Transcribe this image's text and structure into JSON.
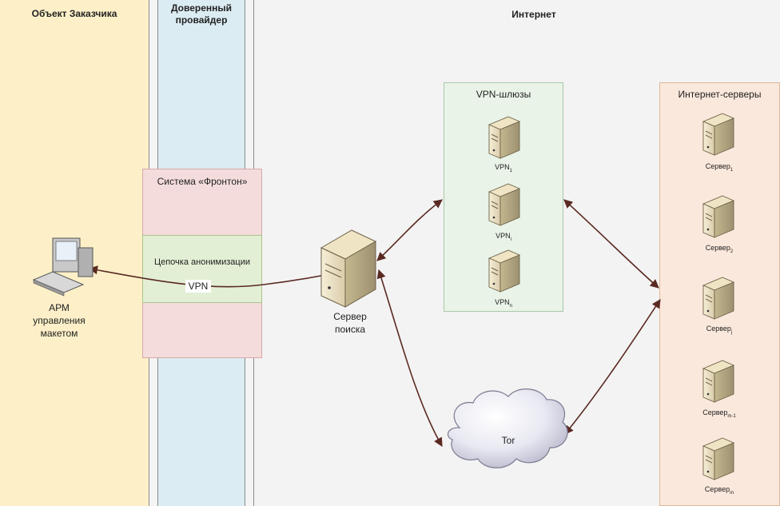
{
  "lanes": {
    "customer": "Объект Заказчика",
    "provider": "Доверенный провайдер",
    "internet": "Интернет"
  },
  "workstation": {
    "label": "АРМ управления макетом"
  },
  "fronton": {
    "title": "Система «Фронтон»",
    "chain_label": "Цепочка анонимизации",
    "vpn_label": "VPN"
  },
  "search_server": {
    "label": "Сервер поиска"
  },
  "vpn_gateways": {
    "title": "VPN-шлюзы",
    "items": [
      {
        "name": "VPN",
        "sub": "1"
      },
      {
        "name": "VPN",
        "sub": "i"
      },
      {
        "name": "VPN",
        "sub": "n"
      }
    ]
  },
  "internet_servers": {
    "title": "Интернет-серверы",
    "items": [
      {
        "name": "Сервер",
        "sub": "1"
      },
      {
        "name": "Сервер",
        "sub": "2"
      },
      {
        "name": "Сервер",
        "sub": "j"
      },
      {
        "name": "Сервер",
        "sub": "m-1"
      },
      {
        "name": "Сервер",
        "sub": "m"
      }
    ]
  },
  "tor": {
    "label": "Tor"
  },
  "colors": {
    "customer_lane": "#fdf0c8",
    "provider_lane": "#dcecf3",
    "internet_lane": "#f3f3f3",
    "fronton_box": "#f4dcdc",
    "chain_box": "#e3efd4",
    "vpn_box": "#e9f3e8",
    "servers_box": "#fbe8dc",
    "arrow": "#5a2a22"
  }
}
